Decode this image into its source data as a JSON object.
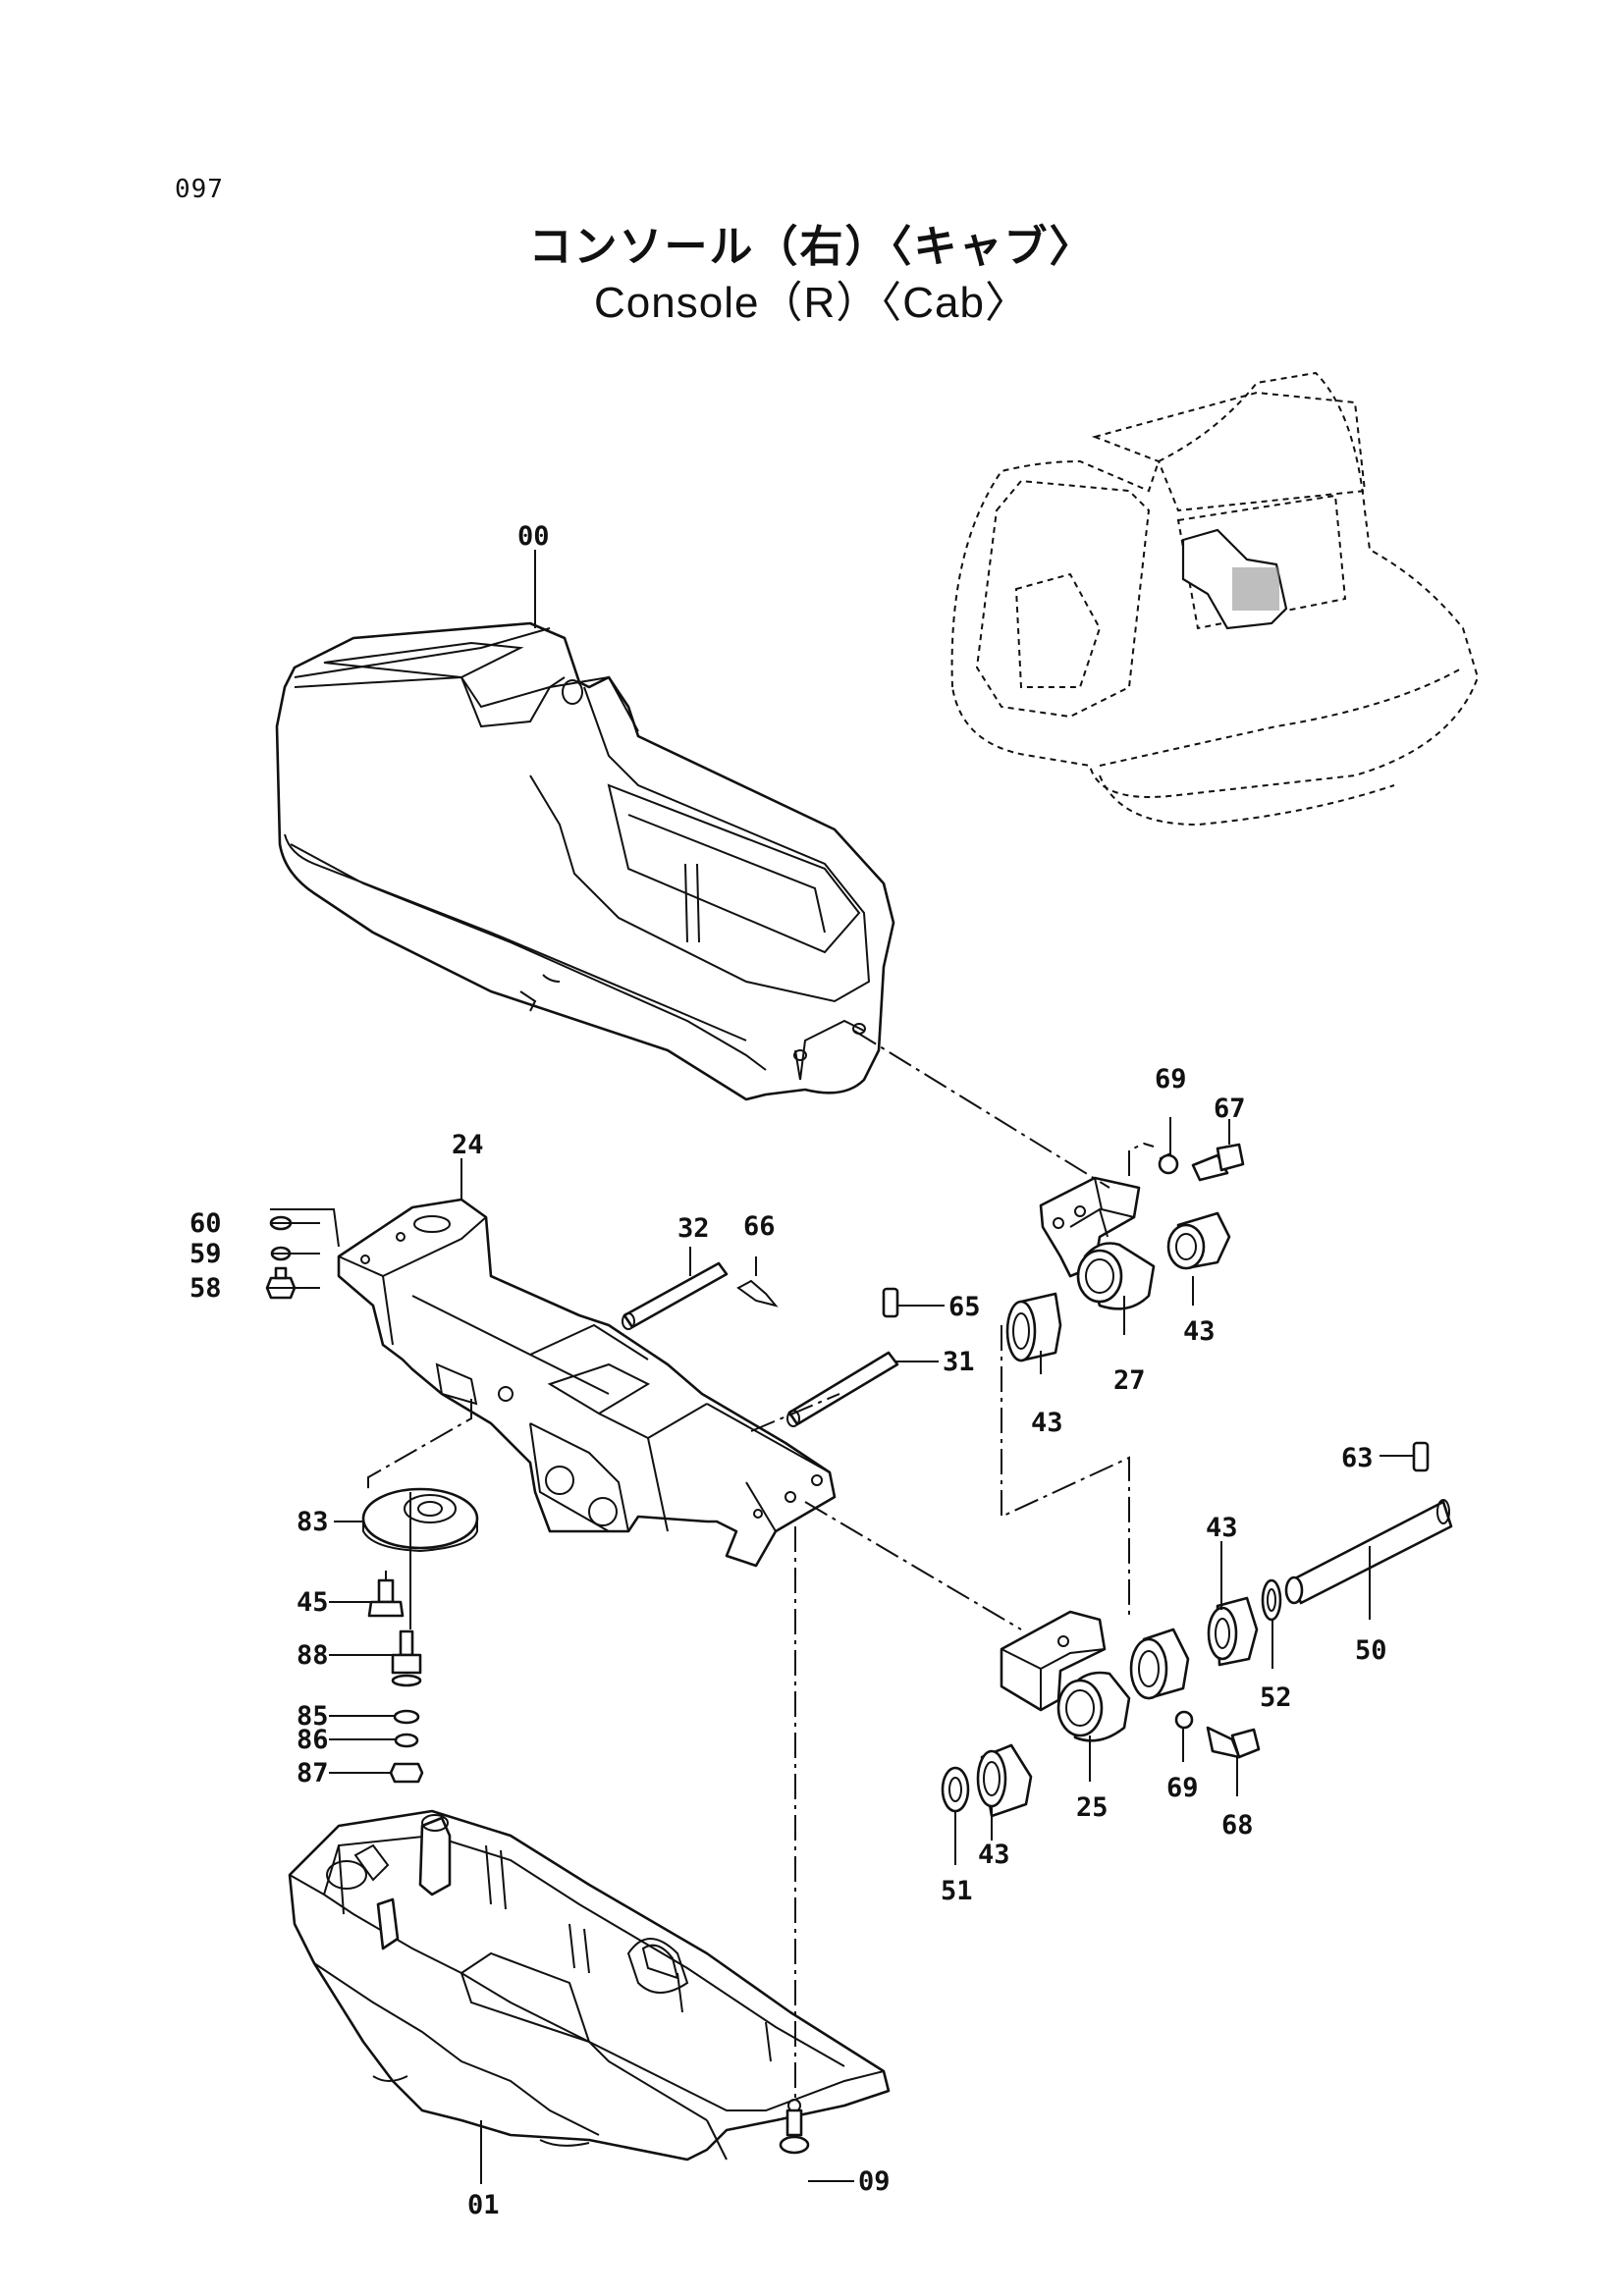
{
  "page": {
    "number": "097",
    "title_jp": "コンソール（右）〈キャブ〉",
    "title_en": "Console（R）〈Cab〉"
  },
  "parts": {
    "p00": "00",
    "p01": "01",
    "p09": "09",
    "p24": "24",
    "p25": "25",
    "p27": "27",
    "p31": "31",
    "p32": "32",
    "p43a": "43",
    "p43b": "43",
    "p43c": "43",
    "p43d": "43",
    "p45": "45",
    "p50": "50",
    "p51": "51",
    "p52": "52",
    "p58": "58",
    "p59": "59",
    "p60": "60",
    "p63": "63",
    "p65": "65",
    "p66": "66",
    "p67": "67",
    "p68": "68",
    "p69a": "69",
    "p69b": "69",
    "p83": "83",
    "p85": "85",
    "p86": "86",
    "p87": "87",
    "p88": "88"
  }
}
